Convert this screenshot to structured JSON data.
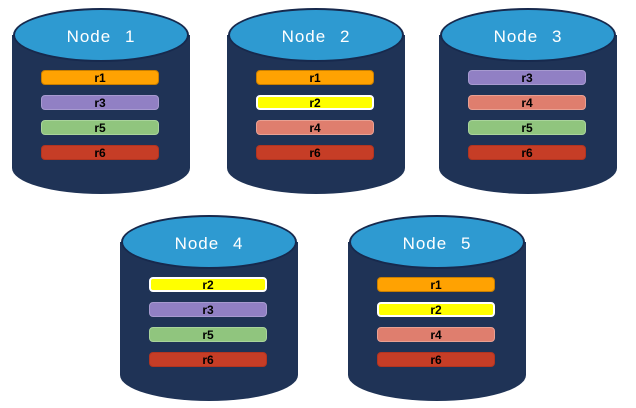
{
  "nodes": [
    {
      "name": "Node 1",
      "replicas": [
        "r1",
        "r3",
        "r5",
        "r6"
      ]
    },
    {
      "name": "Node 2",
      "replicas": [
        "r1",
        "r2",
        "r4",
        "r6"
      ]
    },
    {
      "name": "Node 3",
      "replicas": [
        "r3",
        "r4",
        "r5",
        "r6"
      ]
    },
    {
      "name": "Node 4",
      "replicas": [
        "r2",
        "r3",
        "r5",
        "r6"
      ]
    },
    {
      "name": "Node 5",
      "replicas": [
        "r1",
        "r2",
        "r4",
        "r6"
      ]
    }
  ],
  "replica_palette": {
    "r1": {
      "fill": "#FFA202",
      "border": "#C87E00",
      "border_width": 1
    },
    "r2": {
      "fill": "#FFFF00",
      "border": "#FFFFFF",
      "border_width": 2
    },
    "r3": {
      "fill": "#9180C4",
      "border": "#A79AD0",
      "border_width": 1
    },
    "r4": {
      "fill": "#DF7E6E",
      "border": "#E9A092",
      "border_width": 1
    },
    "r5": {
      "fill": "#90C57E",
      "border": "#A9D49B",
      "border_width": 1
    },
    "r6": {
      "fill": "#C63D26",
      "border": "#B23420",
      "border_width": 1
    }
  },
  "colors": {
    "background": "#FFFFFF",
    "cylinder_body": "#1F3356",
    "cylinder_top_fill": "#2E9AD1",
    "cylinder_top_border": "#17294D",
    "node_title_text": "#FFFFFF",
    "replica_label_text": "#000000"
  }
}
